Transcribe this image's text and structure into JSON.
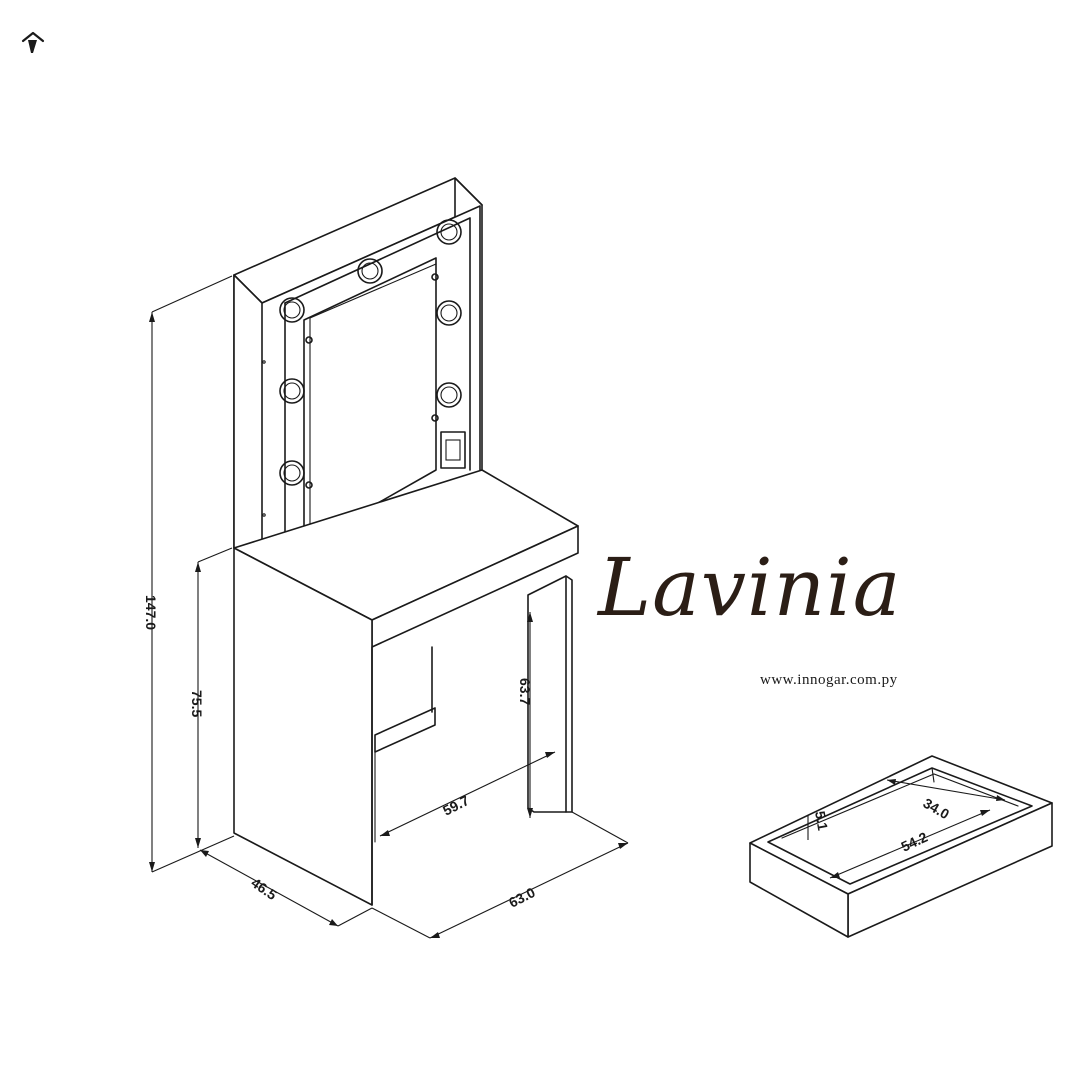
{
  "brand": {
    "name": "Lavinia",
    "url": "www.innogar.com.py",
    "logo_icon": "innogar-logo-icon"
  },
  "dimensions": {
    "total_height": "147.0",
    "desk_height": "75.5",
    "depth": "46.5",
    "width": "63.0",
    "knee_width": "59.7",
    "knee_height": "63.7"
  },
  "drawer": {
    "depth": "34.0",
    "width": "54.2",
    "height": "5.1"
  },
  "colors": {
    "line": "#1a1a1a",
    "brand_text": "#2b1e16",
    "background": "#ffffff"
  }
}
